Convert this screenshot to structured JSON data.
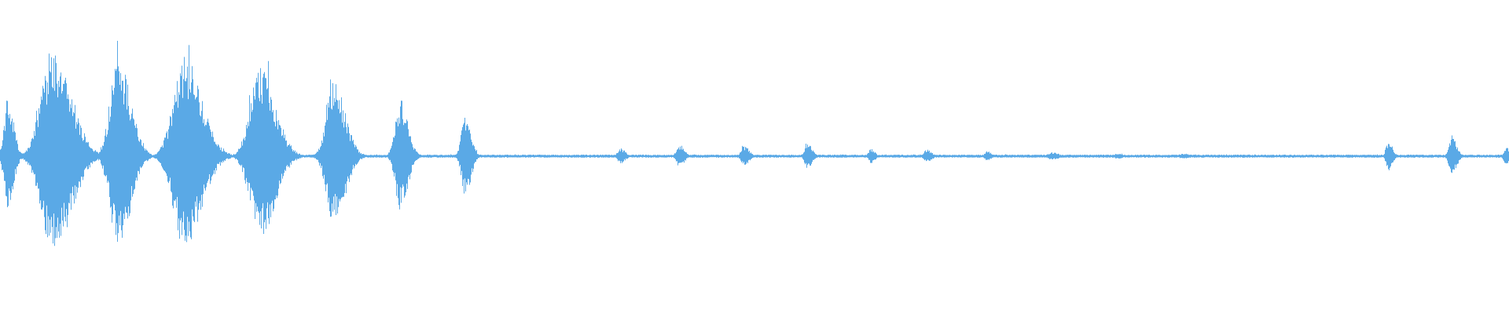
{
  "waveform": {
    "color": "#5aa9e6",
    "background": "#ffffff",
    "noise_floor": 0.012,
    "bursts": [
      {
        "center": 0.005,
        "width": 0.006,
        "amplitude": 0.45
      },
      {
        "center": 0.035,
        "width": 0.019,
        "amplitude": 0.82
      },
      {
        "center": 0.078,
        "width": 0.013,
        "amplitude": 0.76
      },
      {
        "center": 0.122,
        "width": 0.018,
        "amplitude": 0.75
      },
      {
        "center": 0.172,
        "width": 0.016,
        "amplitude": 0.68
      },
      {
        "center": 0.221,
        "width": 0.012,
        "amplitude": 0.56
      },
      {
        "center": 0.265,
        "width": 0.008,
        "amplitude": 0.44
      },
      {
        "center": 0.308,
        "width": 0.006,
        "amplitude": 0.33
      },
      {
        "center": 0.411,
        "width": 0.005,
        "amplitude": 0.06
      },
      {
        "center": 0.45,
        "width": 0.005,
        "amplitude": 0.09
      },
      {
        "center": 0.493,
        "width": 0.005,
        "amplitude": 0.08
      },
      {
        "center": 0.535,
        "width": 0.005,
        "amplitude": 0.1
      },
      {
        "center": 0.577,
        "width": 0.004,
        "amplitude": 0.06
      },
      {
        "center": 0.614,
        "width": 0.005,
        "amplitude": 0.05
      },
      {
        "center": 0.654,
        "width": 0.004,
        "amplitude": 0.04
      },
      {
        "center": 0.697,
        "width": 0.007,
        "amplitude": 0.03
      },
      {
        "center": 0.74,
        "width": 0.008,
        "amplitude": 0.02
      },
      {
        "center": 0.784,
        "width": 0.008,
        "amplitude": 0.02
      },
      {
        "center": 0.92,
        "width": 0.004,
        "amplitude": 0.12
      },
      {
        "center": 0.962,
        "width": 0.005,
        "amplitude": 0.15
      },
      {
        "center": 0.998,
        "width": 0.004,
        "amplitude": 0.07
      }
    ]
  }
}
